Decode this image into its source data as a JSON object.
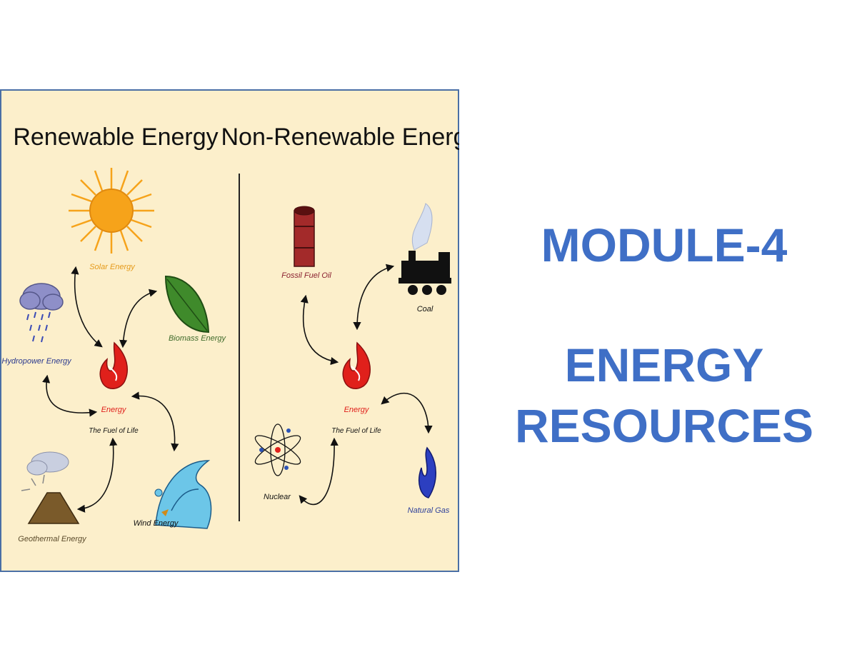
{
  "renewable": {
    "heading": "Renewable Energy",
    "center_label": "Energy",
    "center_sublabel": "The Fuel of Life",
    "items": {
      "solar": "Solar Energy",
      "biomass": "Biomass Energy",
      "hydropower": "Hydropower Energy",
      "geothermal": "Geothermal Energy",
      "wind": "Wind Energy"
    }
  },
  "non_renewable": {
    "heading": "Non-Renewable Energy",
    "center_label": "Energy",
    "center_sublabel": "The Fuel of Life",
    "items": {
      "oil": "Fossil Fuel Oil",
      "coal": "Coal",
      "nuclear": "Nuclear",
      "gas": "Natural Gas"
    }
  },
  "title": {
    "module": "MODULE-4",
    "line1": "ENERGY",
    "line2": "RESOURCES"
  },
  "colors": {
    "panel_bg": "#fcefcb",
    "panel_border": "#4a6fa5",
    "title_blue": "#3f6fc6",
    "flame_red": "#e0201b",
    "sun_orange": "#f6a31a",
    "leaf_green": "#3f8a2b",
    "water_blue": "#6cc6e8",
    "oil_red": "#a32a2a"
  }
}
